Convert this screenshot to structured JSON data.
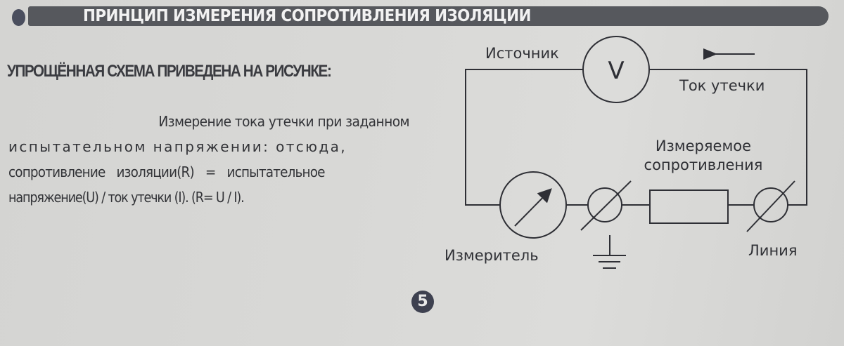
{
  "header": {
    "title": "ПРИНЦИП ИЗМЕРЕНИЯ СОПРОТИВЛЕНИЯ ИЗОЛЯЦИИ",
    "bar_color": "#56585d",
    "bullet_color": "#4a4e5e"
  },
  "section": {
    "subheading": "УПРОЩЁННАЯ СХЕМА ПРИВЕДЕНА НА РИСУНКЕ:",
    "body_lines": [
      "Измерение  тока утечки при заданном",
      "испытательном напряжении: отсюда,",
      "сопротивление изоляции(R) = испытательное",
      "напряжение(U) / ток утечки (I). (R= U / I)."
    ]
  },
  "diagram": {
    "labels": {
      "source": "Источник",
      "voltmeter_symbol": "V",
      "leakage_current": "Ток утечки",
      "measured_resistance_line1": "Измеряемое",
      "measured_resistance_line2": "сопротивления",
      "meter": "Измеритель",
      "line": "Линия"
    },
    "icons": {
      "source": "voltmeter-circle-icon",
      "meter": "meter-gauge-icon",
      "terminal": "terminal-crossed-circle-icon",
      "resistor": "resistor-rect-icon",
      "ground": "ground-icon",
      "current_direction": "arrow-left-icon"
    },
    "stroke_color": "#2e2f35"
  },
  "footer": {
    "page_number": "5"
  }
}
